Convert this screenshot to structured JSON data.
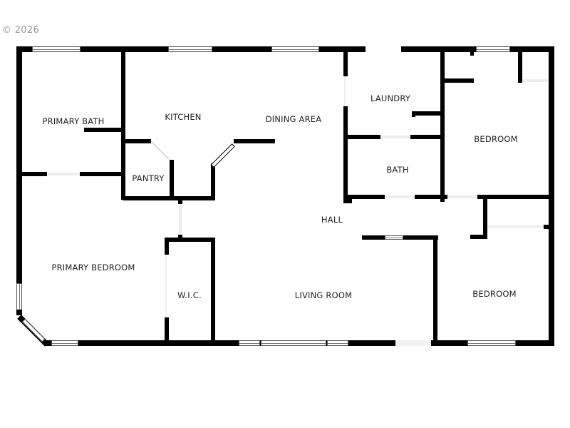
{
  "copyright": "© 2026",
  "rooms": {
    "primary_bath": "PRIMARY BATH",
    "kitchen": "KITCHEN",
    "dining_area": "DINING AREA",
    "laundry": "LAUNDRY",
    "bedroom_ne": "BEDROOM",
    "pantry": "PANTRY",
    "bath": "BATH",
    "hall": "HALL",
    "primary_bedroom": "PRIMARY BEDROOM",
    "wic": "W.I.C.",
    "living_room": "LIVING ROOM",
    "bedroom_se": "BEDROOM"
  },
  "colors": {
    "wall": "#000000",
    "background": "#ffffff",
    "copyright": "#9a9a9a"
  }
}
